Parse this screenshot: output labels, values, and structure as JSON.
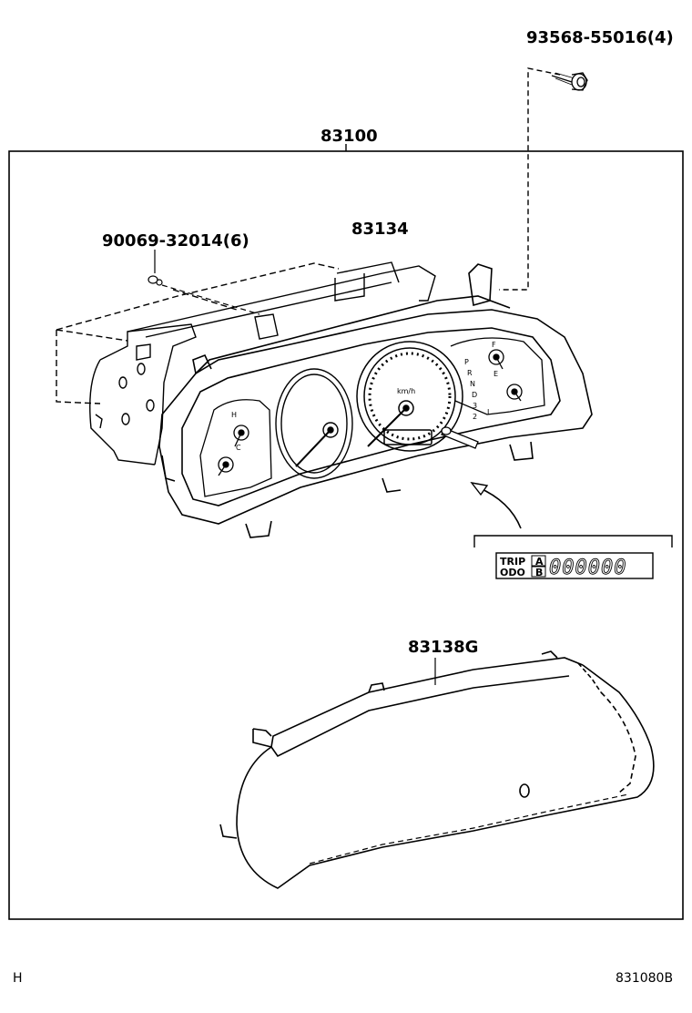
{
  "parts": {
    "assembly": "83100",
    "bolt": "93568-55016(4)",
    "screw": "90069-32014(6)",
    "meter_circuit": "83134",
    "glass": "83138G"
  },
  "inset": {
    "trip": "TRIP",
    "odo": "ODO",
    "key_a": "A",
    "key_b": "B",
    "digits": "000000"
  },
  "gauges": {
    "temp_h": "H",
    "temp_c": "C",
    "fuel_f": "F",
    "fuel_e": "E",
    "gear_letters": [
      "P",
      "R",
      "N",
      "D",
      "3",
      "2",
      "L"
    ],
    "speed_unit": "km/h"
  },
  "footer": {
    "left": "H",
    "right": "831080B"
  }
}
